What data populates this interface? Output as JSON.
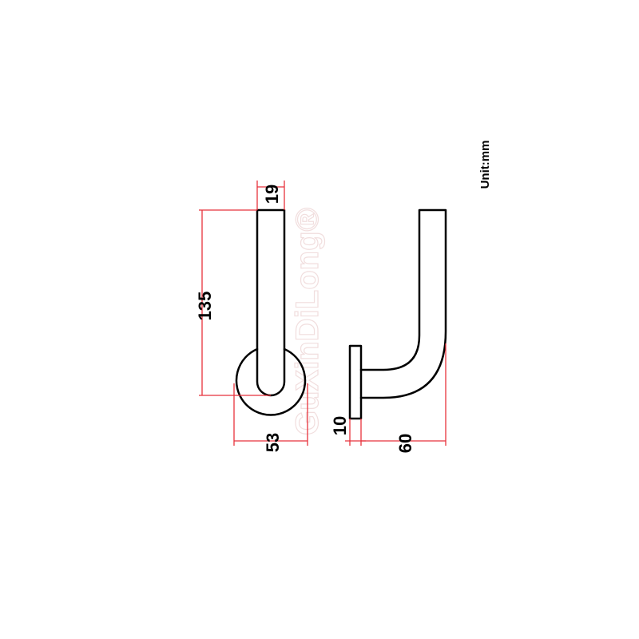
{
  "unit_label": "Unit:mm",
  "watermark": "GuXinDiLong®",
  "dimensions": {
    "tube_diameter": "19",
    "height": "135",
    "rose_diameter": "53",
    "rose_thickness": "10",
    "projection": "60"
  },
  "colors": {
    "outline": "#000000",
    "dimension_line": "#e8323c",
    "watermark": "#f1dede"
  }
}
